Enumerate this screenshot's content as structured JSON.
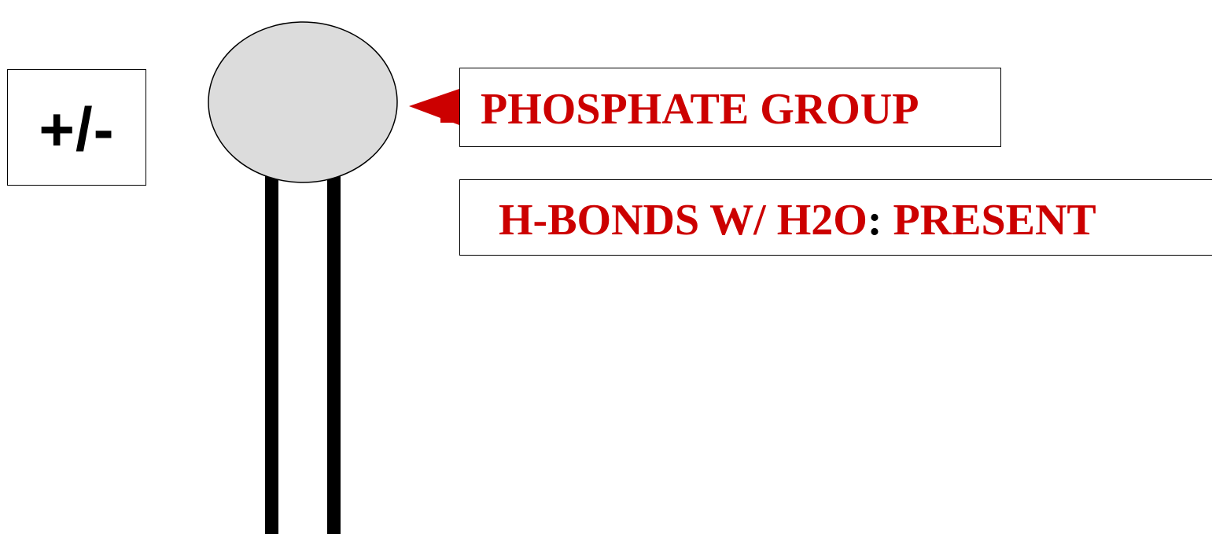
{
  "charge": {
    "text": "+/-"
  },
  "label": {
    "text": "PHOSPHATE GROUP"
  },
  "hbond": {
    "label": "H-BONDS W/ H2O",
    "separator": ":",
    "value": "PRESENT"
  },
  "colors": {
    "head_fill": "#dcdcdc",
    "accent": "#cc0000",
    "tails": "#000000"
  }
}
